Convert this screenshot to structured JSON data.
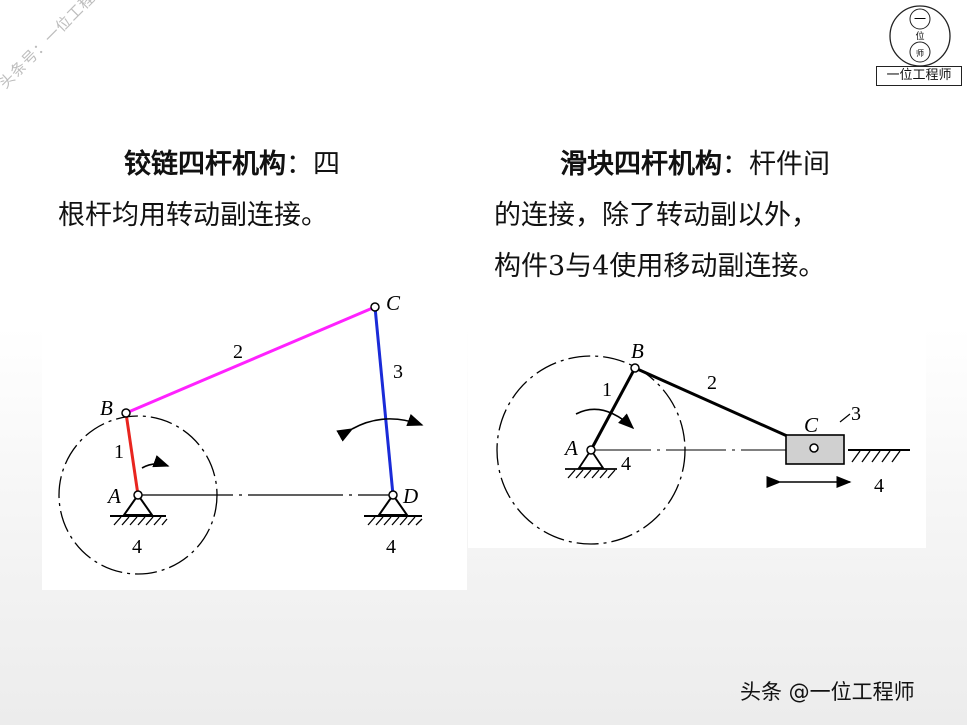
{
  "watermark": "头条号：一位工程师",
  "logo": {
    "label": "一位工程师",
    "glyph_top": "一",
    "glyph_mid": "位",
    "glyph_bottom": "师"
  },
  "left_text": {
    "title": "铰链四杆机构",
    "colon": "：",
    "line1_rest": "四",
    "line2": "根杆均用转动副连接。"
  },
  "right_text": {
    "title": "滑块四杆机构",
    "colon": "：",
    "line1_rest": "杆件间",
    "line2": "的连接，除了转动副以外，",
    "line3": "构件3与4使用移动副连接。"
  },
  "left_diagram": {
    "labels": {
      "A": "A",
      "B": "B",
      "C": "C",
      "D": "D",
      "link1": "1",
      "link2": "2",
      "link3": "3",
      "ground_left": "4",
      "ground_right": "4"
    },
    "colors": {
      "link1": "#e8251f",
      "link2": "#ff22ff",
      "link3": "#1a2bd8",
      "frame": "#000000"
    }
  },
  "right_diagram": {
    "labels": {
      "A": "A",
      "B": "B",
      "C": "C",
      "link1": "1",
      "link2": "2",
      "slider": "3",
      "ground_pivot": "4",
      "ground_rail": "4"
    },
    "colors": {
      "slider_fill": "#d0d0d0",
      "frame": "#000000"
    }
  },
  "footer": "头条 @一位工程师"
}
